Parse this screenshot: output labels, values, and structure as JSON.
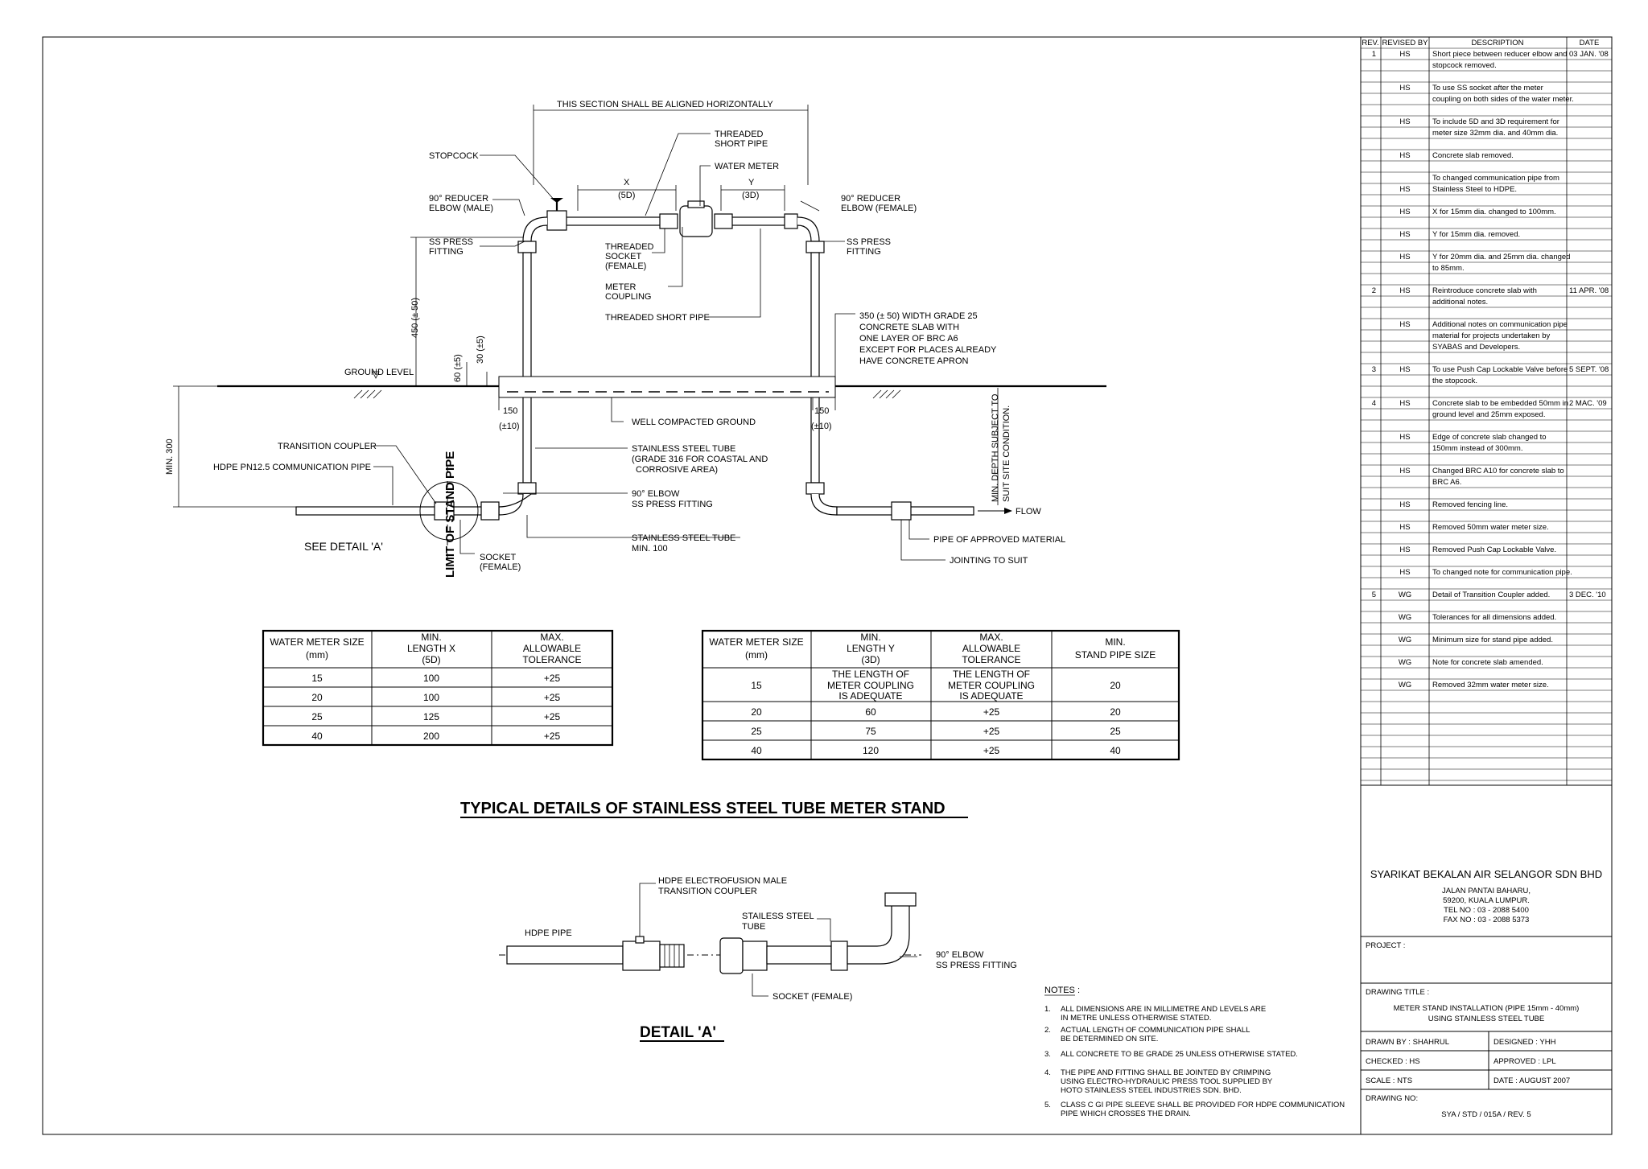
{
  "main_title": "TYPICAL DETAILS OF STAINLESS STEEL TUBE METER STAND",
  "detail_title": "DETAIL 'A'",
  "labels": {
    "section_note": "THIS SECTION SHALL BE ALIGNED HORIZONTALLY",
    "stopcock": "STOPCOCK",
    "threaded_short_pipe_a": "THREADED",
    "threaded_short_pipe_b": "SHORT PIPE",
    "water_meter": "WATER METER",
    "x_label": "X",
    "x_sub": "(5D)",
    "y_label": "Y",
    "y_sub": "(3D)",
    "reducer_male_a": "90° REDUCER",
    "reducer_male_b": "ELBOW (MALE)",
    "reducer_female_a": "90° REDUCER",
    "reducer_female_b": "ELBOW (FEMALE)",
    "ss_press_left_a": "SS PRESS",
    "ss_press_left_b": "FITTING",
    "ss_press_right_a": "SS PRESS",
    "ss_press_right_b": "FITTING",
    "threaded_socket_a": "THREADED",
    "threaded_socket_b": "SOCKET",
    "threaded_socket_c": "(FEMALE)",
    "meter_coupling_a": "METER",
    "meter_coupling_b": "COUPLING",
    "threaded_short_pipe_2": "THREADED SHORT PIPE",
    "slab_a": "350 (± 50) WIDTH GRADE 25",
    "slab_b": "CONCRETE SLAB WITH",
    "slab_c": "ONE LAYER OF BRC A6",
    "slab_d": "EXCEPT FOR PLACES ALREADY",
    "slab_e": "HAVE CONCRETE APRON",
    "height_dim": "450 (± 50)",
    "dim_60": "60 (±5)",
    "dim_30": "30 (±5)",
    "ground_level": "GROUND LEVEL",
    "min_300": "MIN. 300",
    "dim_150_l": "150",
    "dim_10_l": "(±10)",
    "dim_150_r": "150",
    "dim_10_r": "(±10)",
    "well_compacted": "WELL COMPACTED GROUND",
    "ss_tube_a": "STAINLESS STEEL TUBE",
    "ss_tube_b": "(GRADE 316 FOR COASTAL AND",
    "ss_tube_c": "CORROSIVE AREA)",
    "elbow_90_a": "90° ELBOW",
    "elbow_90_b": "SS PRESS FITTING",
    "ss_tube_min_a": "STAINLESS STEEL TUBE",
    "ss_tube_min_b": "MIN. 100",
    "transition_coupler": "TRANSITION COUPLER",
    "hdpe_comm": "HDPE PN12.5 COMMUNICATION PIPE",
    "see_detail": "SEE DETAIL 'A'",
    "limit_stand_pipe": "LIMIT OF STAND PIPE",
    "socket_a": "SOCKET",
    "socket_b": "(FEMALE)",
    "min_depth_a": "MIN. DEPTH SUBJECT TO",
    "min_depth_b": "SUIT SITE CONDITION.",
    "flow": "FLOW",
    "pipe_approved": "PIPE OF APPROVED MATERIAL",
    "jointing": "JOINTING TO SUIT"
  },
  "detail_labels": {
    "hdpe_male_a": "HDPE ELECTROFUSION MALE",
    "hdpe_male_b": "TRANSITION COUPLER",
    "stailess_a": "STAILESS STEEL",
    "stailess_b": "TUBE",
    "hdpe_pipe": "HDPE PIPE",
    "elbow_a": "90° ELBOW",
    "elbow_b": "SS PRESS FITTING",
    "socket": "SOCKET (FEMALE)"
  },
  "table1": {
    "headers": [
      [
        "WATER METER SIZE",
        "(mm)"
      ],
      [
        "MIN.",
        "LENGTH X",
        "(5D)"
      ],
      [
        "MAX.",
        "ALLOWABLE",
        "TOLERANCE"
      ]
    ],
    "rows": [
      [
        "15",
        "100",
        "+25"
      ],
      [
        "20",
        "100",
        "+25"
      ],
      [
        "25",
        "125",
        "+25"
      ],
      [
        "40",
        "200",
        "+25"
      ]
    ]
  },
  "table2": {
    "headers": [
      [
        "WATER METER SIZE",
        "(mm)"
      ],
      [
        "MIN.",
        "LENGTH Y",
        "(3D)"
      ],
      [
        "MAX.",
        "ALLOWABLE",
        "TOLERANCE"
      ],
      [
        "MIN.",
        "STAND PIPE SIZE"
      ]
    ],
    "row15": {
      "size": "15",
      "y": [
        "THE LENGTH OF",
        "METER COUPLING",
        "IS ADEQUATE"
      ],
      "tol": [
        "THE LENGTH OF",
        "METER COUPLING",
        "IS ADEQUATE"
      ],
      "pipe": "20"
    },
    "rows": [
      [
        "20",
        "60",
        "+25",
        "20"
      ],
      [
        "25",
        "75",
        "+25",
        "25"
      ],
      [
        "40",
        "120",
        "+25",
        "40"
      ]
    ]
  },
  "notes": {
    "heading": "NOTES :",
    "items": [
      [
        "1.",
        "ALL DIMENSIONS ARE IN MILLIMETRE AND LEVELS ARE",
        "IN METRE UNLESS OTHERWISE STATED."
      ],
      [
        "2.",
        "ACTUAL LENGTH OF COMMUNICATION PIPE SHALL",
        "BE DETERMINED ON SITE."
      ],
      [
        "3.",
        "ALL CONCRETE TO BE GRADE 25 UNLESS OTHERWISE STATED.",
        ""
      ],
      [
        "4.",
        "THE PIPE AND FITTING SHALL BE JOINTED BY CRIMPING",
        "USING ELECTRO-HYDRAULIC PRESS TOOL SUPPLIED BY",
        "HOTO STAINLESS STEEL INDUSTRIES SDN. BHD."
      ],
      [
        "5.",
        "CLASS C GI PIPE SLEEVE SHALL BE PROVIDED FOR HDPE COMMUNICATION",
        "PIPE WHICH CROSSES THE DRAIN."
      ]
    ]
  },
  "revision": {
    "headers": [
      "REV.",
      "REVISED BY",
      "DESCRIPTION",
      "DATE"
    ],
    "rows": [
      [
        "1",
        "HS",
        "Short piece between reducer elbow and",
        "03 JAN. '08"
      ],
      [
        "",
        "",
        "stopcock removed.",
        ""
      ],
      [
        "",
        "",
        "",
        ""
      ],
      [
        "",
        "HS",
        "To use SS socket after the meter",
        ""
      ],
      [
        "",
        "",
        "coupling on both sides of the water meter.",
        ""
      ],
      [
        "",
        "",
        "",
        ""
      ],
      [
        "",
        "HS",
        "To include 5D and 3D requirement for",
        ""
      ],
      [
        "",
        "",
        "meter size 32mm dia. and 40mm dia.",
        ""
      ],
      [
        "",
        "",
        "",
        ""
      ],
      [
        "",
        "HS",
        "Concrete slab removed.",
        ""
      ],
      [
        "",
        "",
        "",
        ""
      ],
      [
        "",
        "",
        "To changed communication pipe from",
        ""
      ],
      [
        "",
        "HS",
        "Stainless Steel to HDPE.",
        ""
      ],
      [
        "",
        "",
        "",
        ""
      ],
      [
        "",
        "HS",
        "X for 15mm dia. changed to 100mm.",
        ""
      ],
      [
        "",
        "",
        "",
        ""
      ],
      [
        "",
        "HS",
        "Y for 15mm dia. removed.",
        ""
      ],
      [
        "",
        "",
        "",
        ""
      ],
      [
        "",
        "HS",
        "Y for 20mm dia. and 25mm dia. changed",
        ""
      ],
      [
        "",
        "",
        "to 85mm.",
        ""
      ],
      [
        "",
        "",
        "",
        ""
      ],
      [
        "2",
        "HS",
        "Reintroduce concrete slab with",
        "11 APR. '08"
      ],
      [
        "",
        "",
        "additional notes.",
        ""
      ],
      [
        "",
        "",
        "",
        ""
      ],
      [
        "",
        "HS",
        "Additional notes on communication pipe",
        ""
      ],
      [
        "",
        "",
        "material for projects undertaken by",
        ""
      ],
      [
        "",
        "",
        "SYABAS and Developers.",
        ""
      ],
      [
        "",
        "",
        "",
        ""
      ],
      [
        "3",
        "HS",
        "To use Push Cap Lockable Valve before",
        "5 SEPT. '08"
      ],
      [
        "",
        "",
        "the stopcock.",
        ""
      ],
      [
        "",
        "",
        "",
        ""
      ],
      [
        "4",
        "HS",
        "Concrete slab to be embedded 50mm in",
        "2 MAC. '09"
      ],
      [
        "",
        "",
        "ground level and 25mm exposed.",
        ""
      ],
      [
        "",
        "",
        "",
        ""
      ],
      [
        "",
        "HS",
        "Edge of concrete slab changed to",
        ""
      ],
      [
        "",
        "",
        "150mm instead of 300mm.",
        ""
      ],
      [
        "",
        "",
        "",
        ""
      ],
      [
        "",
        "HS",
        "Changed BRC A10 for concrete slab to",
        ""
      ],
      [
        "",
        "",
        "BRC A6.",
        ""
      ],
      [
        "",
        "",
        "",
        ""
      ],
      [
        "",
        "HS",
        "Removed  fencing line.",
        ""
      ],
      [
        "",
        "",
        "",
        ""
      ],
      [
        "",
        "HS",
        "Removed 50mm water meter size.",
        ""
      ],
      [
        "",
        "",
        "",
        ""
      ],
      [
        "",
        "HS",
        "Removed Push Cap Lockable Valve.",
        ""
      ],
      [
        "",
        "",
        "",
        ""
      ],
      [
        "",
        "HS",
        "To changed note for communication pipe.",
        ""
      ],
      [
        "",
        "",
        "",
        ""
      ],
      [
        "5",
        "WG",
        "Detail of Transition Coupler added.",
        "3 DEC. '10"
      ],
      [
        "",
        "",
        "",
        ""
      ],
      [
        "",
        "WG",
        "Tolerances for all dimensions added.",
        ""
      ],
      [
        "",
        "",
        "",
        ""
      ],
      [
        "",
        "WG",
        "Minimum size for stand pipe added.",
        ""
      ],
      [
        "",
        "",
        "",
        ""
      ],
      [
        "",
        "WG",
        "Note for concrete slab amended.",
        ""
      ],
      [
        "",
        "",
        "",
        ""
      ],
      [
        "",
        "WG",
        "Removed 32mm water meter size.",
        ""
      ],
      [
        "",
        "",
        "",
        ""
      ],
      [
        "",
        "",
        "",
        ""
      ],
      [
        "",
        "",
        "",
        ""
      ],
      [
        "",
        "",
        "",
        ""
      ],
      [
        "",
        "",
        "",
        ""
      ],
      [
        "",
        "",
        "",
        ""
      ],
      [
        "",
        "",
        "",
        ""
      ],
      [
        "",
        "",
        "",
        ""
      ]
    ]
  },
  "titleblock": {
    "company": "SYARIKAT BEKALAN AIR SELANGOR SDN BHD",
    "addr1": "JALAN PANTAI BAHARU,",
    "addr2": "59200, KUALA LUMPUR.",
    "tel": "TEL NO : 03 - 2088 5400",
    "fax": "FAX NO : 03 - 2088 5373",
    "project_label": "PROJECT :",
    "drawing_title_label": "DRAWING TITLE :",
    "drawing_title_1": "METER STAND INSTALLATION (PIPE 15mm - 40mm)",
    "drawing_title_2": "USING STAINLESS STEEL TUBE",
    "drawn_by": "DRAWN BY : SHAHRUL",
    "designed": "DESIGNED : YHH",
    "checked": "CHECKED : HS",
    "approved": "APPROVED :     LPL",
    "scale": "SCALE : NTS",
    "date": "DATE : AUGUST 2007",
    "drawing_no_label": "DRAWING NO:",
    "drawing_no": "SYA / STD / 015A / REV. 5"
  }
}
